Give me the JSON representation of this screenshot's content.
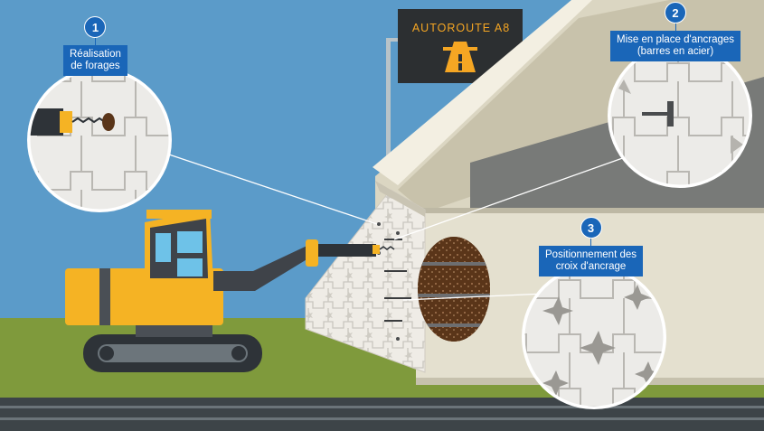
{
  "sign": {
    "text": "AUTOROUTE A8",
    "color": "#f5a623"
  },
  "steps": [
    {
      "number": "1",
      "lines": [
        "Réalisation",
        "de forages"
      ]
    },
    {
      "number": "2",
      "lines": [
        "Mise en place d'ancrages",
        "(barres en acier)"
      ]
    },
    {
      "number": "3",
      "lines": [
        "Positionnement des",
        "croix d'ancrage"
      ]
    }
  ],
  "colors": {
    "sky": "#5b9bc9",
    "grass": "#7f9a3c",
    "road": "#3d4448",
    "concrete": "#e4e0cf",
    "callout": "#1a66b8",
    "machine": "#f5b324",
    "soil": "#5a3519"
  }
}
